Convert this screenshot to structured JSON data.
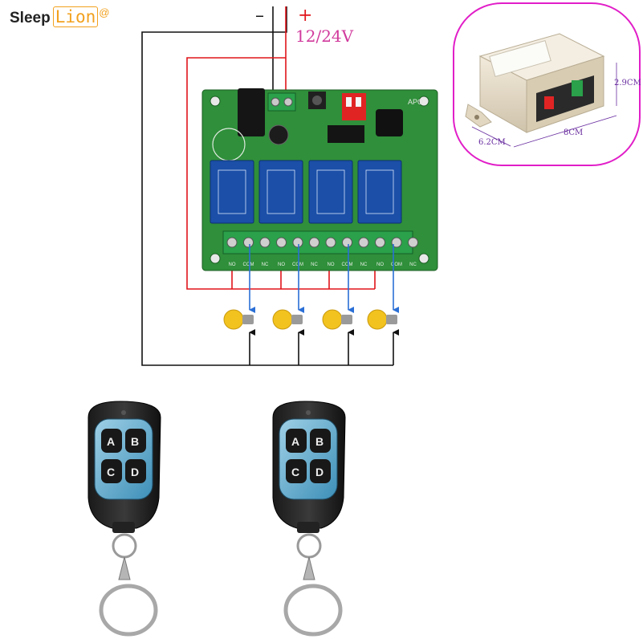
{
  "logo": {
    "word": "Sleep",
    "accent": "Lion",
    "mark": "@"
  },
  "power": {
    "minus_label": "–",
    "plus_label": "+",
    "voltage_label": "12/24V",
    "plus_color": "#e0141a",
    "voltage_color": "#d13a9c"
  },
  "board": {
    "pcb_color": "#2f8f3a",
    "relay_color": "#1b4fa8",
    "relay_count": 4,
    "terminal_labels": [
      "NO",
      "COM",
      "NC",
      "NO",
      "COM",
      "NC",
      "NO",
      "COM",
      "NC",
      "NO",
      "COM",
      "NC"
    ],
    "corner_mark": "APO"
  },
  "lamps": {
    "count": 4,
    "color": "#f2c21e"
  },
  "inset": {
    "border_color": "#e11ec8",
    "width_label": "8CM",
    "depth_label": "6.2CM",
    "height_label": "2.9CM",
    "dimension_color": "#6a2fa0"
  },
  "remotes": [
    {
      "buttons": [
        "A",
        "B",
        "C",
        "D"
      ]
    },
    {
      "buttons": [
        "A",
        "B",
        "C",
        "D"
      ]
    }
  ],
  "wires": {
    "red": "#e0141a",
    "black": "#111111",
    "blue": "#2a6fd6"
  }
}
